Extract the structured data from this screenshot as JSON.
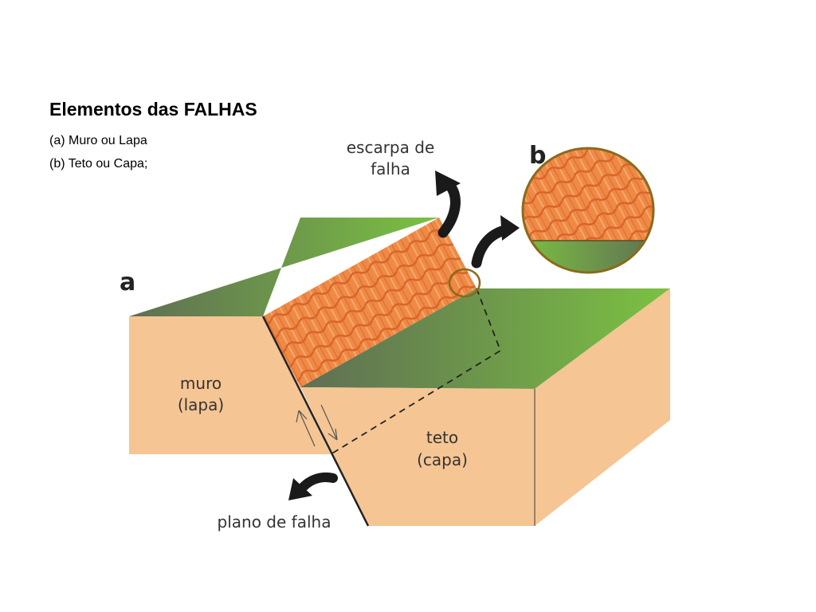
{
  "header": {
    "title": "Elementos das FALHAS",
    "line_a": "(a) Muro ou Lapa",
    "line_b": "(b) Teto ou Capa;"
  },
  "diagram": {
    "marker_a": "a",
    "marker_b": "b",
    "scarp_label_1": "escarpa de",
    "scarp_label_2": "falha",
    "footwall_label_1": "muro",
    "footwall_label_2": "(lapa)",
    "hangingwall_label_1": "teto",
    "hangingwall_label_2": "(capa)",
    "plane_label": "plano de falha",
    "colors": {
      "rock": "#f5c594",
      "grass_light": "#7bc142",
      "grass_dark": "#5f6e54",
      "scarp": "#ef8a45",
      "scarp_line": "#d9642a",
      "highlight_ring": "#8b6a1a",
      "arrow": "#1a1a1a"
    }
  }
}
